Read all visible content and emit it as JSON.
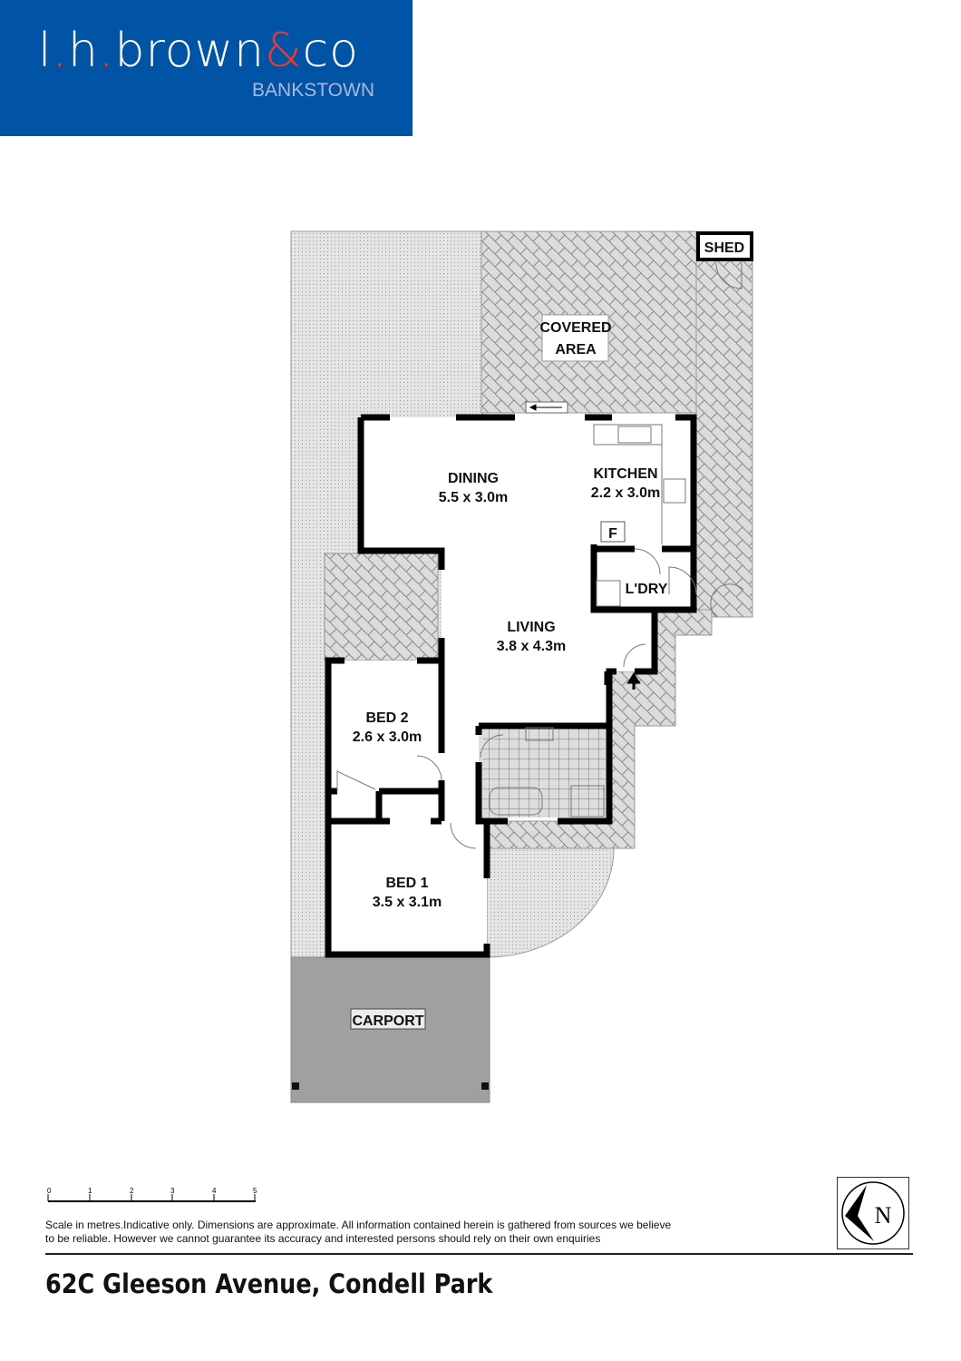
{
  "logo": {
    "brand_part1": "l",
    "brand_part2": "h",
    "brand_part3": "brown",
    "brand_amp": "&",
    "brand_part4": "co",
    "branch": "BANKSTOWN",
    "colors": {
      "background": "#0153a5",
      "accent": "#ee3b2f"
    }
  },
  "rooms": {
    "shed": "SHED",
    "covered_area_line1": "COVERED",
    "covered_area_line2": "AREA",
    "dining": {
      "name": "DINING",
      "size": "5.5 x 3.0m"
    },
    "kitchen": {
      "name": "KITCHEN",
      "size": "2.2 x 3.0m"
    },
    "fridge": "F",
    "laundry": "L'DRY",
    "living": {
      "name": "LIVING",
      "size": "3.8 x 4.3m"
    },
    "bed2": {
      "name": "BED 2",
      "size": "2.6 x 3.0m"
    },
    "bed1": {
      "name": "BED 1",
      "size": "3.5 x 3.1m"
    },
    "carport": "CARPORT"
  },
  "scale": {
    "ticks": [
      "0",
      "1",
      "2",
      "3",
      "4",
      "5"
    ]
  },
  "disclaimer": "Scale in metres.Indicative only. Dimensions are approximate. All information contained herein is gathered from sources we believe to be reliable. However we cannot guarantee its accuracy and interested persons should rely on their own enquiries",
  "compass": {
    "letter": "N"
  },
  "address": "62C Gleeson Avenue, Condell Park"
}
